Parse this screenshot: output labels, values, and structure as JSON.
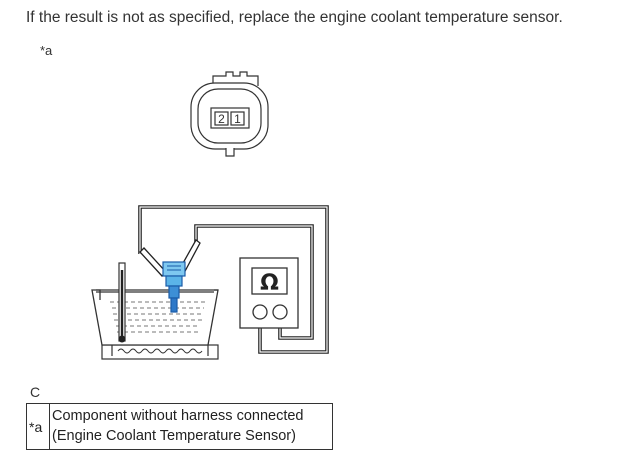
{
  "instruction": "If the result is not as specified, replace the engine coolant temperature sensor.",
  "figure": {
    "callout_label": "*a",
    "connector_pins": [
      "2",
      "1"
    ],
    "meter_symbol": "Ω",
    "figure_letter": "C"
  },
  "legend": {
    "rows": [
      {
        "key": "*a",
        "line1": "Component without harness connected",
        "line2": "(Engine Coolant Temperature Sensor)"
      }
    ]
  }
}
